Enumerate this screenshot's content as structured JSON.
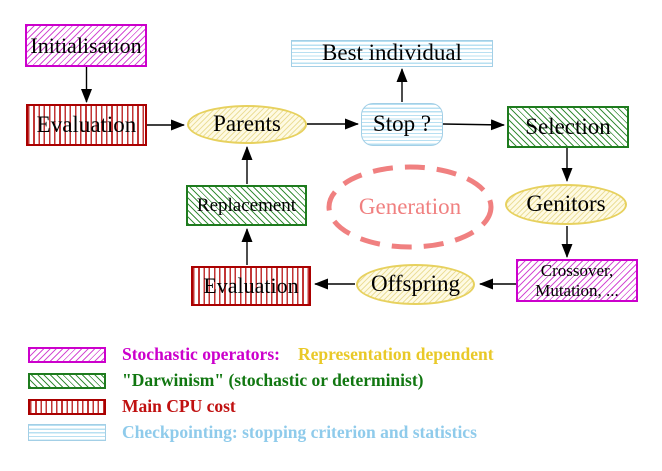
{
  "diagram": {
    "nodes": {
      "initialisation": {
        "label": "Initialisation",
        "style": "magenta-diagonal-hatch"
      },
      "evaluation_top": {
        "label": "Evaluation",
        "style": "red-vertical-stripes"
      },
      "parents": {
        "label": "Parents",
        "style": "yellow-hatch-ellipse"
      },
      "best_individual": {
        "label": "Best individual",
        "style": "cyan-horizontal-stripes"
      },
      "stop": {
        "label": "Stop ?",
        "style": "cyan-horizontal-stripes-rounded"
      },
      "selection": {
        "label": "Selection",
        "style": "green-diagonal-hatch"
      },
      "replacement": {
        "label": "Replacement",
        "style": "green-diagonal-hatch"
      },
      "genitors": {
        "label": "Genitors",
        "style": "yellow-hatch-ellipse"
      },
      "generation": {
        "label": "Generation",
        "style": "salmon-dashed-ellipse"
      },
      "evaluation_bottom": {
        "label": "Evaluation",
        "style": "red-vertical-stripes"
      },
      "offspring": {
        "label": "Offspring",
        "style": "yellow-hatch-ellipse"
      },
      "crossover_mutation": {
        "line1": "Crossover,",
        "line2": "Mutation, ...",
        "style": "magenta-diagonal-hatch"
      }
    },
    "edges": [
      {
        "from": "initialisation",
        "to": "evaluation_top"
      },
      {
        "from": "evaluation_top",
        "to": "parents"
      },
      {
        "from": "parents",
        "to": "stop"
      },
      {
        "from": "stop",
        "to": "best_individual"
      },
      {
        "from": "stop",
        "to": "selection"
      },
      {
        "from": "selection",
        "to": "genitors"
      },
      {
        "from": "genitors",
        "to": "crossover_mutation"
      },
      {
        "from": "crossover_mutation",
        "to": "offspring"
      },
      {
        "from": "offspring",
        "to": "evaluation_bottom"
      },
      {
        "from": "evaluation_bottom",
        "to": "replacement"
      },
      {
        "from": "replacement",
        "to": "parents"
      }
    ],
    "colors": {
      "stochastic_magenta": "#CC00CC",
      "darwinism_green": "#1E7B1E",
      "cpu_cost_red": "#AA0000",
      "checkpointing_cyan": "#A3CFE6",
      "operator_yellow": "#E7D15E",
      "generation_salmon": "#F08080",
      "representation_gold": "#E9C928",
      "background": "#FFFFFF"
    }
  },
  "legend": {
    "rows": [
      {
        "swatch": "magenta-diagonal-hatch",
        "segments": [
          {
            "text": "Stochastic operators:",
            "color": "#CC00CC"
          },
          {
            "text": "Representation dependent",
            "color": "#E9C928"
          }
        ]
      },
      {
        "swatch": "green-diagonal-hatch",
        "segments": [
          {
            "text": "\"Darwinism\" (stochastic or determinist)",
            "color": "#117711"
          }
        ]
      },
      {
        "swatch": "red-vertical-stripes",
        "segments": [
          {
            "text": "Main CPU cost",
            "color": "#C01010"
          }
        ]
      },
      {
        "swatch": "cyan-horizontal-stripes",
        "segments": [
          {
            "text": "Checkpointing: stopping criterion and statistics",
            "color": "#8FCBEB"
          }
        ]
      }
    ]
  }
}
